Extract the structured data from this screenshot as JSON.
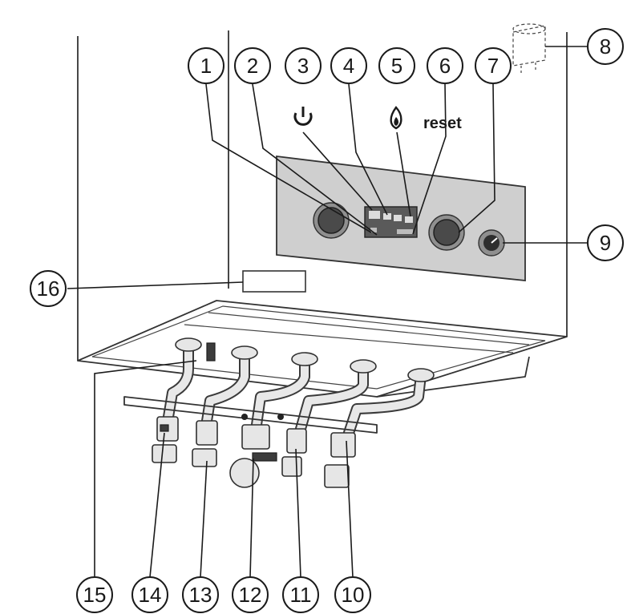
{
  "callouts": {
    "c1": "1",
    "c2": "2",
    "c3": "3",
    "c4": "4",
    "c5": "5",
    "c6": "6",
    "c7": "7",
    "c8": "8",
    "c9": "9",
    "c10": "10",
    "c11": "11",
    "c12": "12",
    "c13": "13",
    "c14": "14",
    "c15": "15",
    "c16": "16"
  },
  "panel": {
    "reset_label": "reset"
  },
  "icons": {
    "power": "power-icon",
    "flame": "flame-icon"
  }
}
